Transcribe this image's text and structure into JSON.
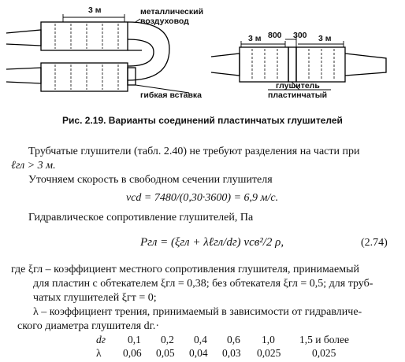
{
  "figure": {
    "caption": "Рис. 2.19. Варианты соединений пластинчатых глушителей",
    "left": {
      "dim_label": "3 м",
      "label_duct": "металлический",
      "label_duct2": "воздуховод",
      "label_insert": "гибкая вставка"
    },
    "right": {
      "dim_3m": "3 м",
      "dim_800": "800",
      "dim_300": "300",
      "dim_3m_right": "3 м",
      "label_silencer": "глушитель",
      "label_silencer2": "пластинчатый"
    }
  },
  "text": {
    "p1_line1": "Трубчатые глушители (табл. 2.40) не требуют разделения на части при",
    "p1_line2": "ℓгл > 3 м.",
    "p2": "Уточняем скорость в свободном сечении глушителя",
    "eq1": "vсd = 7480/(0,30·3600) = 6,9 м/с.",
    "p3": "Гидравлическое сопротивление глушителей, Па",
    "eq2": "Pгл = (ξгл + λℓгл/dг) vсв²/2 ρ,",
    "eq2_number": "(2.74)",
    "where1": "где ξгл – коэффициент местного сопротивления глушителя, принимаемый",
    "where2": "для пластин с обтекателем ξгл = 0,38; без обтекателя ξгл = 0,5; для труб-",
    "where3": "чатых глушителей ξгт = 0;",
    "lambda1": "λ – коэффициент трения, принимаемый в зависимости от гидравличе-",
    "lambda2": "ского диаметра глушителя dг.·"
  },
  "table": {
    "row1_label": "dг",
    "row1": [
      "0,1",
      "0,2",
      "0,4",
      "0,6",
      "1,0",
      "1,5 и более"
    ],
    "row2_label": "λ",
    "row2": [
      "0,06",
      "0,05",
      "0,04",
      "0,03",
      "0,025",
      "0,025"
    ]
  }
}
